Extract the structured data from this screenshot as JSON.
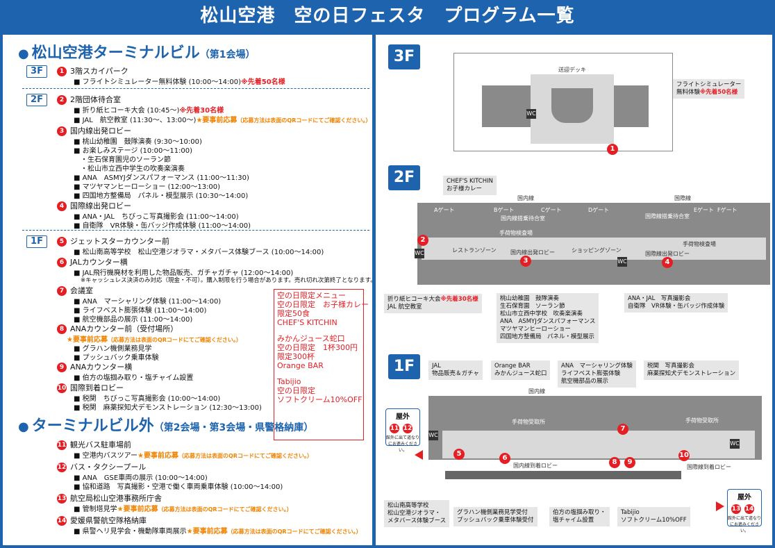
{
  "title": "松山空港　空の日フェスタ　プログラム一覧",
  "section1": {
    "title": "松山空港ターミナルビル",
    "sub": "（第1会場）"
  },
  "section2": {
    "title": "ターミナルビル外",
    "sub": "（第2会場・第3会場・県警格納庫）"
  },
  "floors": {
    "f3": "3F",
    "f2": "2F",
    "f1": "1F"
  },
  "locations": [
    {
      "n": "1",
      "name": "3階スカイパーク"
    },
    {
      "n": "2",
      "name": "2階団体待合室"
    },
    {
      "n": "3",
      "name": "国内線出発ロビー"
    },
    {
      "n": "4",
      "name": "国際線出発ロビー"
    },
    {
      "n": "5",
      "name": "ジェットスターカウンター前"
    },
    {
      "n": "6",
      "name": "JALカウンター横"
    },
    {
      "n": "7",
      "name": "会議室"
    },
    {
      "n": "8",
      "name": "ANAカウンター前（受付場所）"
    },
    {
      "n": "9",
      "name": "ANAカウンター横"
    },
    {
      "n": "10",
      "name": "国際到着ロビー"
    },
    {
      "n": "11",
      "name": "観光バス駐車場前"
    },
    {
      "n": "12",
      "name": "バス・タクシープール"
    },
    {
      "n": "13",
      "name": "航空局松山空港事務所庁舎"
    },
    {
      "n": "14",
      "name": "愛媛県警航空隊格納庫"
    }
  ],
  "items": {
    "i1a": "■ フライトシミュレーター無料体験 (10:00～14:00)",
    "i1a_note": "※先着50名様",
    "i2a": "■ 折り紙ヒコーキ大会 (10:45～)",
    "i2a_note": "※先着30名様",
    "i2b": "■ JAL　航空教室 (11:30～、13:00～)",
    "i2b_note": "★要事前応募",
    "i3a": "■ 桃山幼稚園　鼓隊演奏 (9:30～10:00)",
    "i3b": "■ お楽しみステージ (10:00～11:00)",
    "i3c": "・生石保育園児のソーラン節",
    "i3d": "・松山市立西中学生の吹奏楽演奏",
    "i3e": "■ ANA　ASMYJダンスパフォーマンス (11:00～11:30)",
    "i3f": "■ マツヤマンヒーローショー (12:00～13:00)",
    "i3g": "■ 四国地方整備局　パネル・模型展示 (10:30～14:00)",
    "i4a": "■ ANA・JAL　ちびっこ写真撮影会 (11:00～14:00)",
    "i4b": "■ 自衛隊　VR体験・缶バッジ作成体験 (11:00～14:00)",
    "i5a": "■ 松山南高等学校　松山空港ジオラマ・メタバース体験ブース (10:00～14:00)",
    "i6a": "■ JAL飛行機廃材を利用した物品販売、ガチャガチャ (12:00～14:00)",
    "i6b": "※キャッシュレス決済のみ対応（現金・不可）。購入制限を行う場合があります。売れ切れ次第終了となります。",
    "i7a": "■ ANA　マーシャリング体験 (11:00～14:00)",
    "i7b": "■ ライフベスト膨張体験 (11:00～14:00)",
    "i7c": "■ 航空機部品の展示 (11:00～14:00)",
    "i8a": "★要事前応募",
    "i8b": "■ グラハン機側業務見学",
    "i8c": "■ プッシュバック乗車体験",
    "i9a": "■ 伯方の塩掴み取り・塩チャイム設置",
    "i10a": "■ 税関　ちびっこ写真撮影会 (10:00～14:00)",
    "i10b": "■ 税関　麻薬探知犬デモンストレーション (12:30～13:00)",
    "i11a": "■ 空港内バスツアー",
    "i12a": "■ ANA　GSE車両の展示 (10:00～14:00)",
    "i12b": "■ 協和道路　写真撮影・空港で働く車両乗車体験 (10:00～14:00)",
    "i13a": "■ 管制塔見学",
    "i14a": "■ 県警ヘリ見学会・機動隊車両展示",
    "apply": "★要事前応募",
    "apply_note": "（応募方法は表面のQRコードにてご確認ください。）"
  },
  "redbox": [
    "空の日限定メニュー",
    "空の日限定　お子様カレー",
    "限定50食",
    "CHEF'S KITCHIN",
    "",
    "みかんジュース蛇口",
    "空の日限定　1杯300円",
    "限定300杯",
    "Orange BAR",
    "",
    "Tabijio",
    "空の日限定",
    "ソフトクリーム10%OFF"
  ],
  "map": {
    "f3_callout": [
      "フライトシミュレーター",
      "無料体験"
    ],
    "f3_callout_note": "※先着50名様",
    "deck": "送迎デッキ",
    "chef": [
      "CHEF'S KITCHIN",
      "お子様カレー"
    ],
    "domestic": "国内線",
    "intl": "国際線",
    "gates": [
      "Aゲート",
      "Bゲート",
      "Cゲート",
      "Dゲート",
      "Eゲート",
      "Fゲート"
    ],
    "f2_labels": [
      "国内線搭乗待合室",
      "国際線搭乗待合室",
      "手荷物検査場",
      "手荷物検査場",
      "国内線出発ロビー",
      "国際線出発ロビー",
      "レストランゾーン",
      "ショッピングゾーン"
    ],
    "f2_c2": [
      "折り紙ヒコーキ大会",
      "JAL 航空教室"
    ],
    "f2_c2_note": "※先着30名様",
    "f2_c3": [
      "桃山幼稚園　鼓隊演奏",
      "生石保育園　ソーラン節",
      "松山市立西中学校　吹奏楽演奏",
      "ANA　ASMYJダンスパフォーマンス",
      "マツヤマンヒーローショー",
      "四国地方整備局　パネル・模型展示"
    ],
    "f2_c4": [
      "ANA・JAL　写真撮影会",
      "自衛隊　VR体験・缶バッジ作成体験"
    ],
    "f1_top": [
      [
        "JAL",
        "物品販売＆ガチャ"
      ],
      [
        "Orange BAR",
        "みかんジュース蛇口"
      ],
      [
        "ANA　マーシャリング体験",
        "ライフベスト膨張体験",
        "航空機部品の展示"
      ],
      [
        "税関　写真撮影会",
        "麻薬探知犬デモンストレーション"
      ]
    ],
    "f1_labels": [
      "手荷物受取所",
      "手荷物受取所",
      "国内線到着ロビー",
      "国際線到着ロビー",
      "国内線"
    ],
    "f1_bottom": [
      [
        "松山南高等学校",
        "松山空港ジオラマ・",
        "メタバース体験ブース"
      ],
      [
        "グラハン機側業務見学受付",
        "プッシュバック乗車体験受付"
      ],
      [
        "伯方の塩掴み取り・",
        "塩チャイム設置"
      ],
      [
        "Tabijio",
        "ソフトクリーム10%OFF"
      ]
    ],
    "outside": "屋外",
    "outside_note": "館外に出て道なりにお進みください。"
  },
  "colors": {
    "blue": "#1e63ad",
    "red": "#e51e24",
    "orange": "#f08300"
  }
}
